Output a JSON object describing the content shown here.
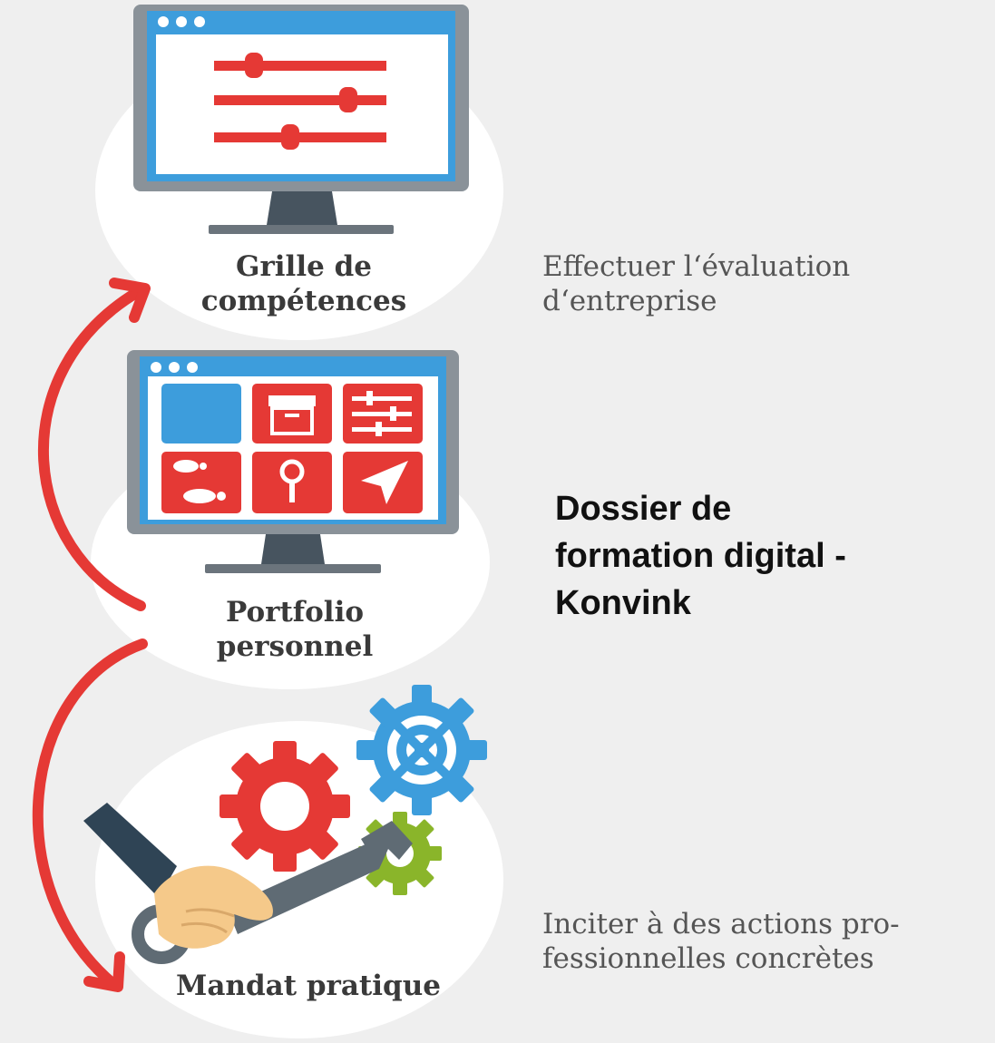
{
  "stages": [
    {
      "label_line1": "Grille de",
      "label_line2": "compétences",
      "icon": "sliders-monitor-icon"
    },
    {
      "label_line1": "Portfolio",
      "label_line2": "personnel",
      "icon": "app-grid-monitor-icon"
    },
    {
      "label_line1": "Mandat pratique",
      "icon": "hand-wrench-gears-icon"
    }
  ],
  "side_notes": {
    "top": {
      "line1": "Effectuer l‘évaluation",
      "line2": "d‘entreprise"
    },
    "bottom": {
      "line1": "Inciter à des actions pro-",
      "line2": "fessionnelles concrètes"
    }
  },
  "title": {
    "line1": "Dossier de",
    "line2": "formation digital -",
    "line3": "Konvink"
  },
  "colors": {
    "background": "#efefef",
    "circle": "#ffffff",
    "accent_red": "#e53935",
    "accent_blue": "#3d9ddc",
    "accent_green": "#8ab52a",
    "monitor_gray": "#8a9299",
    "dark_navy": "#2f4455"
  }
}
